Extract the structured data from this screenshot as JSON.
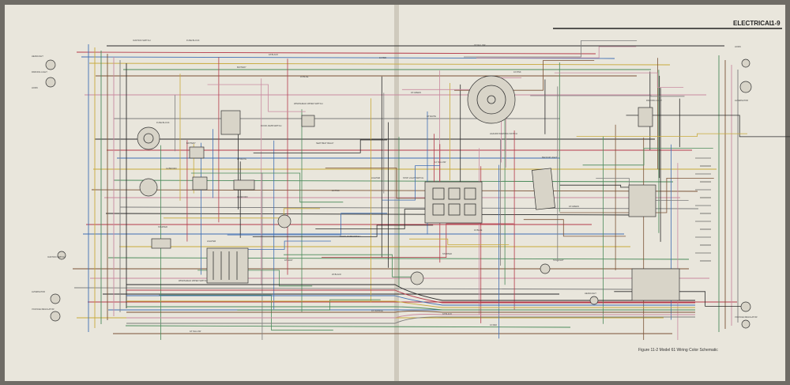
{
  "header": {
    "section": "ELECTRICAL",
    "page": "1-9"
  },
  "caption": "Figure 11-2 Model 61 Wiring Color Schematic",
  "colors": {
    "black": "#2b2b2b",
    "red": "#b53a4a",
    "blue": "#3f6fb5",
    "yellow": "#c8a93a",
    "green": "#4a8a5a",
    "brown": "#7a5236",
    "pink": "#c98aa0",
    "gray": "#7d7d7d"
  },
  "component_labels": [
    "HEADLIGHT",
    "PARKING LIGHT",
    "HORN",
    "ALTERNATOR",
    "VOLTAGE REGULATOR",
    "IGNITION SWITCH",
    "FUSE BLOCK",
    "BATTERY",
    "STARTER",
    "LIGHTER",
    "WINDSHIELD WIPER SWITCH",
    "DOOR JAMB SWITCH",
    "SEAT BELT RELAY",
    "STOP LIGHT SWITCH",
    "HAZARD WARNING SWITCH",
    "BACKUP LIGHT",
    "TAIL LIGHT"
  ],
  "wire_labels": [
    "18 BLACK",
    "16 RED",
    "18 YELLOW",
    "16 BLUE",
    "18 GREEN",
    "14 BROWN",
    "18 WHITE",
    "16 PINK",
    "12 YELLOW",
    "18 GRAY",
    "20 BLACK",
    "16 ORANGE"
  ]
}
